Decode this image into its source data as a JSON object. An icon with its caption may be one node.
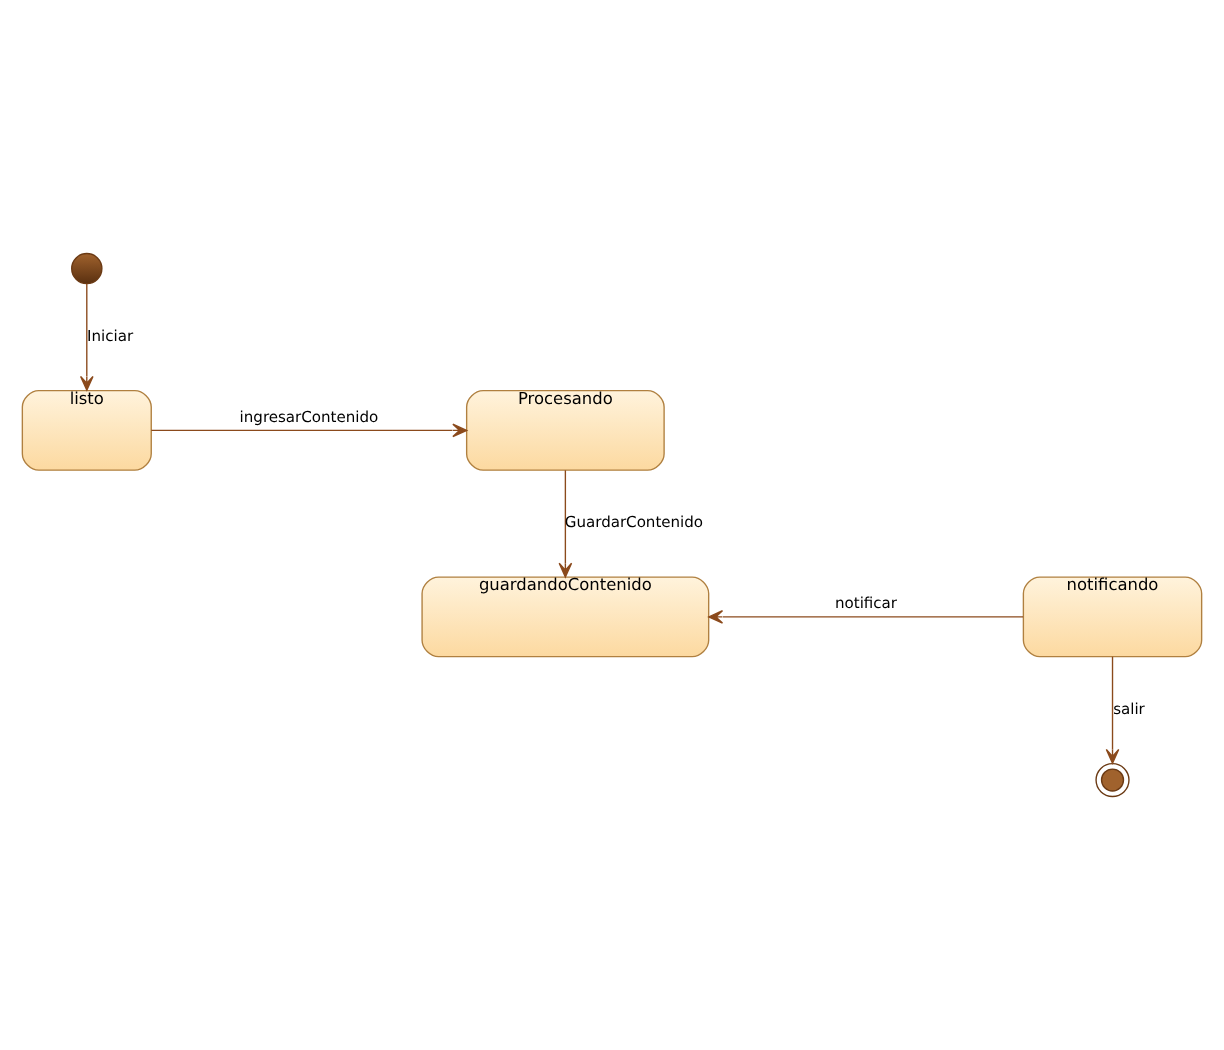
{
  "diagram": {
    "nodes": [
      {
        "text": [],
        "shape": "circle"
      },
      {
        "text": [
          "listo"
        ]
      },
      {
        "text": [
          "Procesando"
        ]
      },
      {
        "text": [
          "guardandoContenido"
        ]
      },
      {
        "text": [
          "notificando"
        ]
      },
      {
        "text": [],
        "shape": "circle"
      }
    ],
    "edges": [
      {
        "from": 0,
        "to": 1,
        "arrow": "to",
        "label": "Iniciar"
      },
      {
        "from": 1,
        "to": 2,
        "arrow": "to",
        "label": "ingresarContenido"
      },
      {
        "from": 2,
        "to": 3,
        "arrow": "to",
        "label": "GuardarContenido"
      },
      {
        "from": 4,
        "to": 3,
        "arrow": "to",
        "label": "notificar"
      },
      {
        "from": 4,
        "to": 5,
        "arrow": "to",
        "label": "salir"
      }
    ]
  }
}
